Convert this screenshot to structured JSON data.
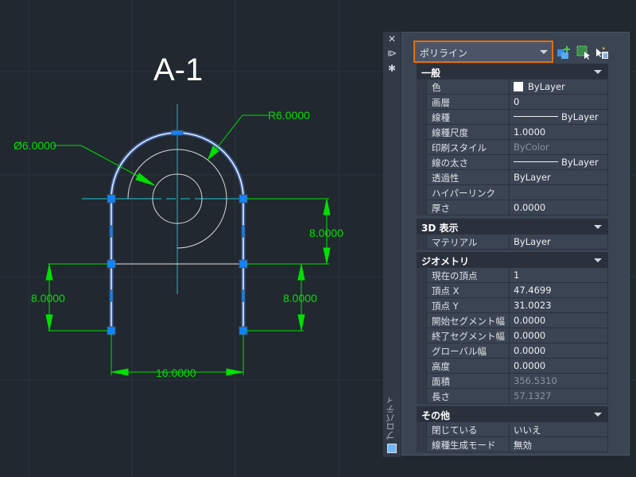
{
  "drawing": {
    "title": "A-1",
    "dims": {
      "radius": "R6.0000",
      "diameter": "Ø6.0000",
      "right_upper": "8.0000",
      "left": "8.0000",
      "right_lower": "8.0000",
      "bottom": "16.0000"
    }
  },
  "strip": {
    "label": "プロパティ"
  },
  "panel": {
    "object_type": "ポリライン",
    "sections": [
      {
        "title": "一般",
        "rows": [
          {
            "k": "色",
            "v": "ByLayer",
            "kind": "swatch"
          },
          {
            "k": "画層",
            "v": "0"
          },
          {
            "k": "線種",
            "v": "ByLayer",
            "kind": "line"
          },
          {
            "k": "線種尺度",
            "v": "1.0000"
          },
          {
            "k": "印刷スタイル",
            "v": "ByColor",
            "kind": "dim"
          },
          {
            "k": "線の太さ",
            "v": "ByLayer",
            "kind": "line"
          },
          {
            "k": "透過性",
            "v": "ByLayer"
          },
          {
            "k": "ハイパーリンク",
            "v": ""
          },
          {
            "k": "厚さ",
            "v": "0.0000"
          }
        ]
      },
      {
        "title": "3D 表示",
        "rows": [
          {
            "k": "マテリアル",
            "v": "ByLayer"
          }
        ]
      },
      {
        "title": "ジオメトリ",
        "rows": [
          {
            "k": "現在の頂点",
            "v": "1"
          },
          {
            "k": "頂点 X",
            "v": "47.4699"
          },
          {
            "k": "頂点 Y",
            "v": "31.0023"
          },
          {
            "k": "開始セグメント幅",
            "v": "0.0000"
          },
          {
            "k": "終了セグメント幅",
            "v": "0.0000"
          },
          {
            "k": "グローバル幅",
            "v": "0.0000"
          },
          {
            "k": "高度",
            "v": "0.0000"
          },
          {
            "k": "面積",
            "v": "356.5310",
            "kind": "dim"
          },
          {
            "k": "長さ",
            "v": "57.1327",
            "kind": "dim"
          }
        ]
      },
      {
        "title": "その他",
        "rows": [
          {
            "k": "閉じている",
            "v": "いいえ"
          },
          {
            "k": "線種生成モード",
            "v": "無効"
          }
        ]
      }
    ]
  }
}
